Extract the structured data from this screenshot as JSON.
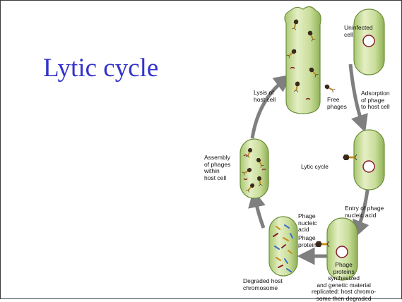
{
  "slide": {
    "title": "Lytic cycle"
  },
  "diagram": {
    "center_label": "Lytic cycle",
    "labels": {
      "uninfected": "Uninfected\ncell",
      "adsorption": "Adsorption\nof phage\nto host cell",
      "entry": "Entry of phage\nnucleic acid",
      "synthesis": "Phage\nproteins\nsynthesized\nand genetic material\nreplicated: host chromo-\nsome then degraded",
      "phage_nucleic_acid": "Phage\nnucleic\nacid",
      "phage_protein": "Phage\nprotein",
      "degraded_chromosome": "Degraded host\nchromosome",
      "assembly": "Assembly\nof phages\nwithin\nhost cell",
      "lysis": "Lysis of\nhost cell",
      "free_phages": "Free\nphages"
    },
    "colors": {
      "cell_fill": "#c9dd9a",
      "cell_outline": "#6b8f3a",
      "chromosome": "#8b1a2a",
      "arrow": "#7f7f7f",
      "title": "#3333cc"
    }
  }
}
